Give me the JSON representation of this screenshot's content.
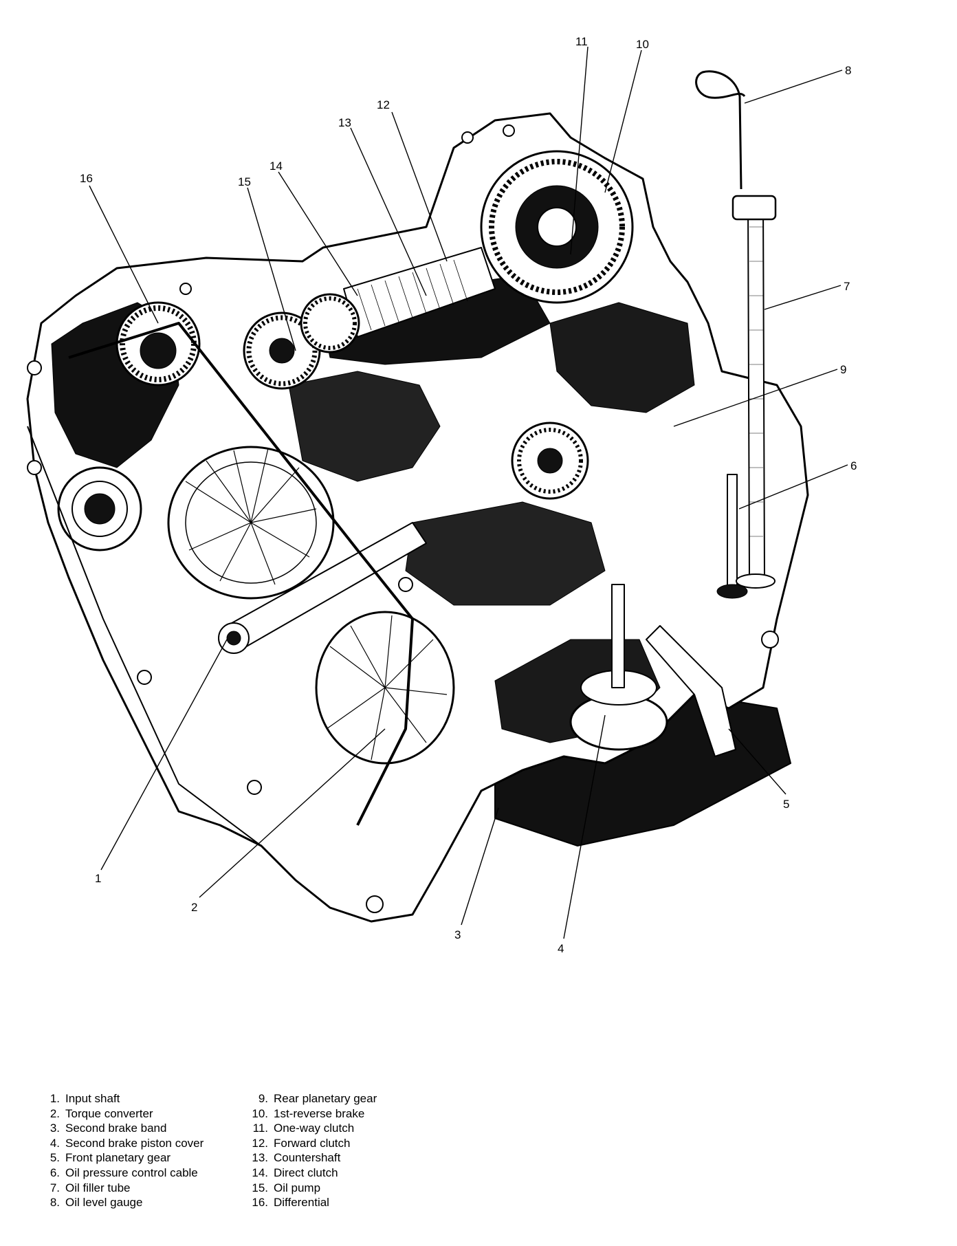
{
  "callouts": [
    "1",
    "2",
    "3",
    "4",
    "5",
    "6",
    "7",
    "8",
    "9",
    "10",
    "11",
    "12",
    "13",
    "14",
    "15",
    "16"
  ],
  "legend": [
    {
      "num": "1.",
      "label": "Input shaft"
    },
    {
      "num": "2.",
      "label": "Torque converter"
    },
    {
      "num": "3.",
      "label": "Second brake band"
    },
    {
      "num": "4.",
      "label": "Second brake piston cover"
    },
    {
      "num": "5.",
      "label": "Front planetary gear"
    },
    {
      "num": "6.",
      "label": "Oil pressure control cable"
    },
    {
      "num": "7.",
      "label": "Oil filler tube"
    },
    {
      "num": "8.",
      "label": "Oil level gauge"
    },
    {
      "num": "9.",
      "label": "Rear planetary gear"
    },
    {
      "num": "10.",
      "label": "1st-reverse brake"
    },
    {
      "num": "11.",
      "label": "One-way clutch"
    },
    {
      "num": "12.",
      "label": "Forward clutch"
    },
    {
      "num": "13.",
      "label": "Countershaft"
    },
    {
      "num": "14.",
      "label": "Direct clutch"
    },
    {
      "num": "15.",
      "label": "Oil pump"
    },
    {
      "num": "16.",
      "label": "Differential"
    }
  ]
}
